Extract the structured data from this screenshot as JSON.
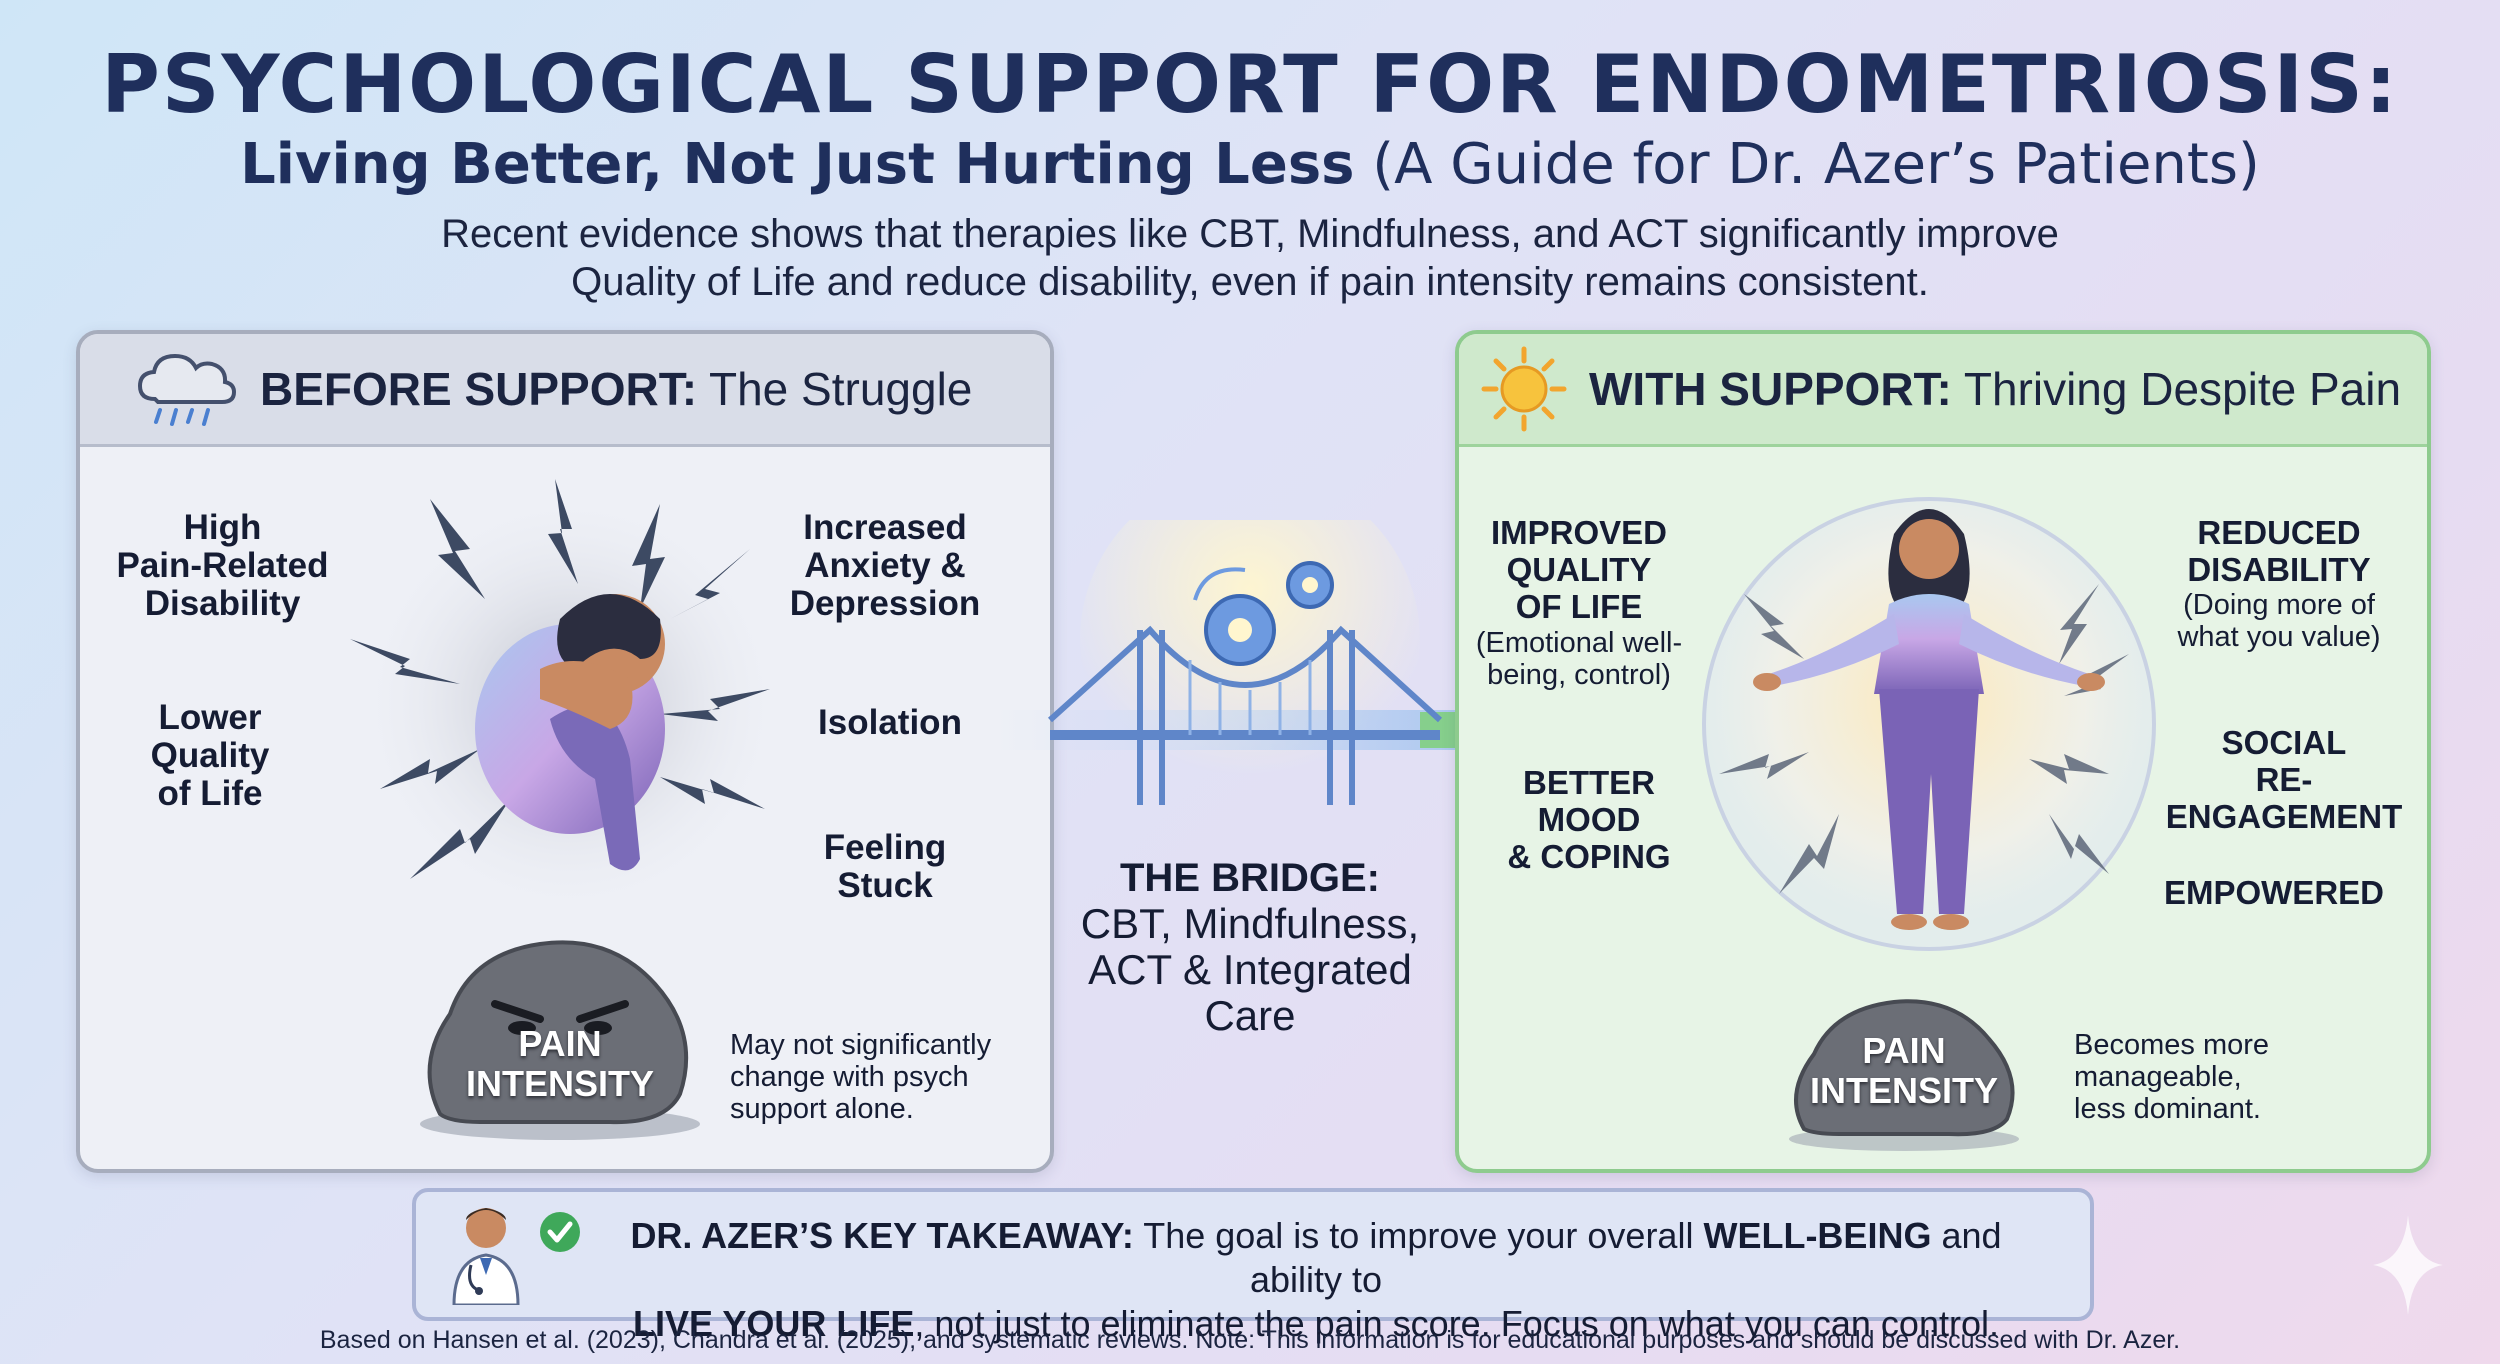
{
  "title": "PSYCHOLOGICAL SUPPORT FOR ENDOMETRIOSIS:",
  "subtitle_bold": "Living Better, Not Just Hurting Less",
  "subtitle_rest": "(A Guide for Dr. Azer’s Patients)",
  "intro_line1": "Recent evidence shows that therapies like CBT, Mindfulness, and ACT significantly improve",
  "intro_line2": "Quality of Life and reduce disability, even if pain intensity remains consistent.",
  "before": {
    "header_bold": "BEFORE SUPPORT:",
    "header_rest": "The Struggle",
    "labels": {
      "high_disability": [
        "High",
        "Pain-Related",
        "Disability"
      ],
      "lower_qol": [
        "Lower",
        "Quality",
        "of Life"
      ],
      "anxiety": [
        "Increased",
        "Anxiety &",
        "Depression"
      ],
      "isolation": "Isolation",
      "stuck": [
        "Feeling",
        "Stuck"
      ]
    },
    "rock_label": [
      "PAIN",
      "INTENSITY"
    ],
    "rock_note": [
      "May not significantly",
      "change with psych",
      "support alone."
    ]
  },
  "bridge": {
    "heading": "THE BRIDGE:",
    "lines": [
      "CBT, Mindfulness,",
      "ACT & Integrated",
      "Care"
    ]
  },
  "after": {
    "header_bold": "WITH SUPPORT:",
    "header_rest": "Thriving Despite Pain",
    "improved_qol": [
      "IMPROVED",
      "QUALITY",
      "OF LIFE"
    ],
    "improved_qol_note": [
      "(Emotional well-",
      "being, control)"
    ],
    "reduced_disability": [
      "REDUCED",
      "DISABILITY"
    ],
    "reduced_disability_note": [
      "(Doing more of",
      "what you value)"
    ],
    "better_mood": [
      "BETTER",
      "MOOD",
      "& COPING"
    ],
    "social": [
      "SOCIAL",
      "RE-ENGAGEMENT"
    ],
    "empowered": "EMPOWERED",
    "rock_label": [
      "PAIN",
      "INTENSITY"
    ],
    "rock_note": [
      "Becomes more",
      "manageable,",
      "less dominant."
    ]
  },
  "takeaway": {
    "lead": "DR. AZER’S KEY TAKEAWAY:",
    "part1": "The goal is to improve your overall",
    "wellbeing": "WELL-BEING",
    "part2": "and ability to",
    "live": "LIVE YOUR LIFE",
    "part3": ", not just to eliminate the pain score. Focus on what you can control."
  },
  "footnote": "Based on Hansen et al. (2023), Chandra et al. (2025), and systematic reviews. Note: This information is for educational purposes and should be discussed with Dr. Azer.",
  "colors": {
    "title": "#1f2f5c",
    "before_header": "#d9dde8",
    "after_header": "#cfe9cc",
    "figure_gradient": [
      "#9fc4ef",
      "#c7a6e6",
      "#7b62b7"
    ],
    "rock": "#6b6e76",
    "bridge": "#8fb2e6"
  },
  "icons": [
    "rain-cloud-icon",
    "sun-icon",
    "lightning-icon",
    "gear-icon",
    "check-icon",
    "doctor-icon",
    "sparkle-icon",
    "arrow-right-icon"
  ]
}
